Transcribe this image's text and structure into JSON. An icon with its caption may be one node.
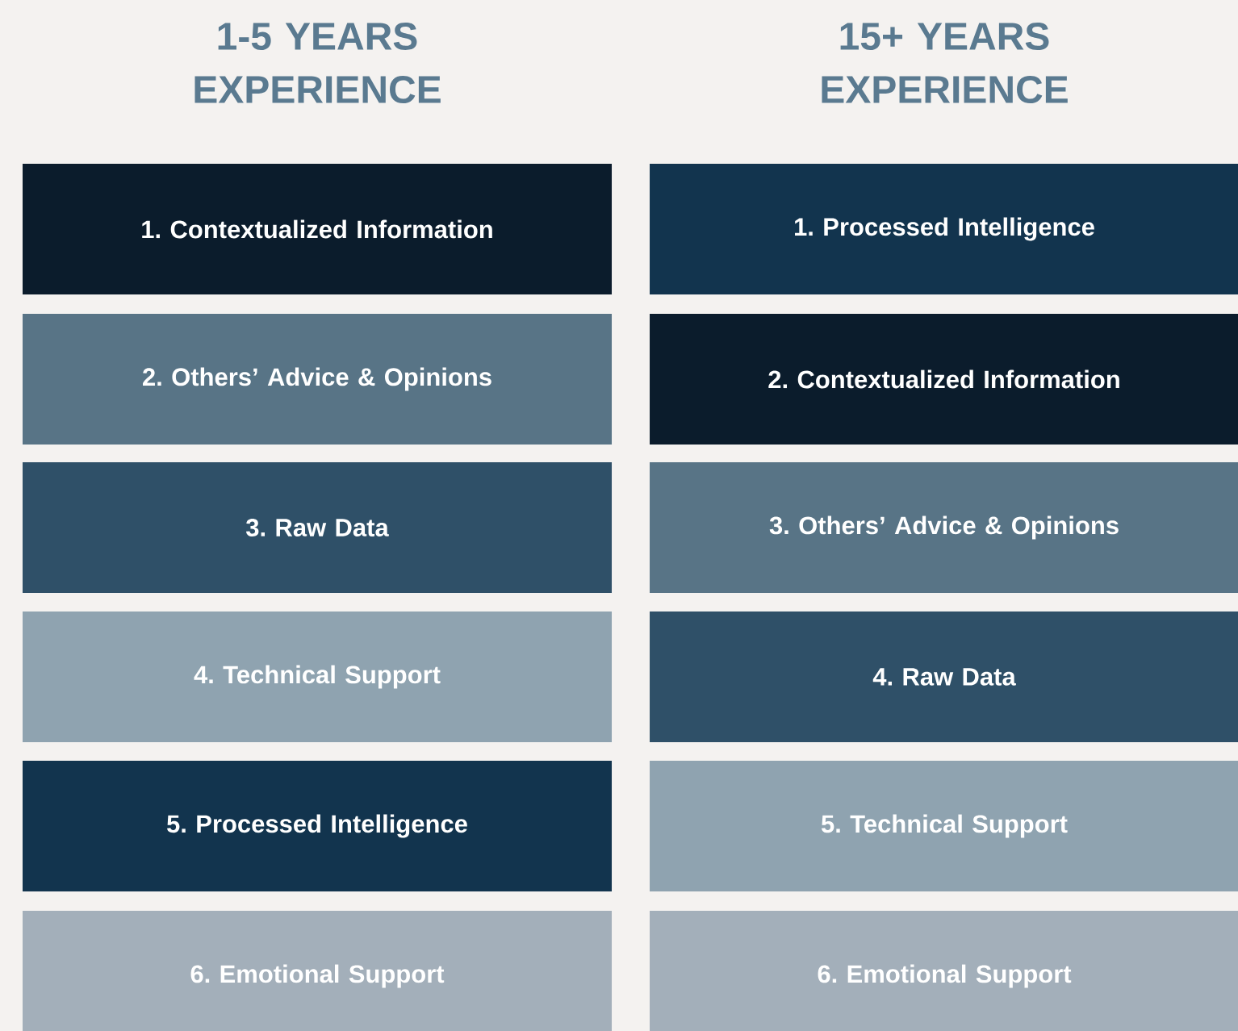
{
  "diagram": {
    "nodes": [
      {
        "text": [
          "1. Contextualized Information"
        ]
      },
      {
        "text": [
          "2. Others’ Advice & Opinions"
        ]
      },
      {
        "text": [
          "3. Raw Data"
        ]
      },
      {
        "text": [
          "4. Technical Support"
        ]
      },
      {
        "text": [
          "5. Processed Intelligence"
        ]
      },
      {
        "text": [
          "6. Emotional Support"
        ]
      },
      {
        "text": [
          "1. Processed Intelligence"
        ]
      },
      {
        "text": [
          "2. Contextualized Information"
        ]
      },
      {
        "text": [
          "3. Others’ Advice & Opinions"
        ]
      },
      {
        "text": [
          "4. Raw Data"
        ]
      },
      {
        "text": [
          "5. Technical Support"
        ]
      },
      {
        "text": [
          "6. Emotional Support"
        ]
      }
    ],
    "labels": [
      "1-5 YEARS EXPERIENCE",
      "15+ YEARS EXPERIENCE"
    ]
  }
}
